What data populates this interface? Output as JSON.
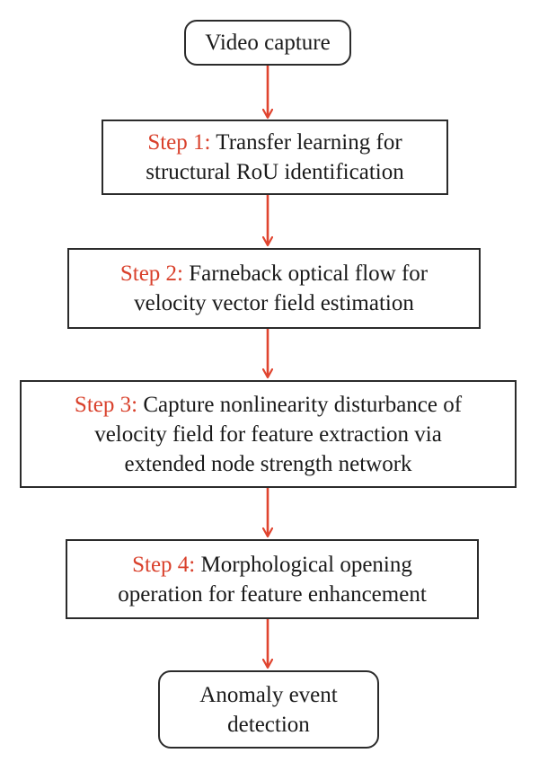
{
  "colors": {
    "arrow": "#e0442f",
    "step_label": "#d9412c",
    "box_border": "#2b2b2b",
    "text": "#1a1a1a",
    "background": "#ffffff"
  },
  "flowchart": {
    "start": {
      "text": "Video capture"
    },
    "steps": [
      {
        "label": "Step 1:",
        "line1": "Transfer learning for",
        "line2": "structural RoU identification"
      },
      {
        "label": "Step 2:",
        "line1": "Farneback optical flow for",
        "line2": "velocity vector field estimation"
      },
      {
        "label": "Step 3:",
        "line1": "Capture nonlinearity disturbance of",
        "line2": "velocity field for feature extraction via",
        "line3": "extended node strength network"
      },
      {
        "label": "Step 4:",
        "line1": "Morphological opening",
        "line2": "operation for feature enhancement"
      }
    ],
    "end": {
      "line1": "Anomaly event",
      "line2": "detection"
    }
  }
}
